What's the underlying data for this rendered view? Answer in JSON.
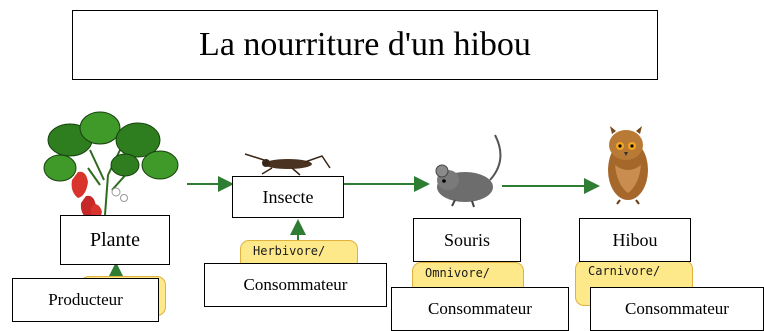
{
  "title": "La nourriture d'un hibou",
  "nodes": {
    "plante": "Plante",
    "insecte": "Insecte",
    "souris": "Souris",
    "hibou": "Hibou"
  },
  "roles": {
    "producteur": "Producteur",
    "consommateur_insecte": "Consommateur",
    "consommateur_souris": "Consommateur",
    "consommateur_hibou": "Consommateur"
  },
  "diet_tags": {
    "insecte": "Herbivore/",
    "souris": "Omnivore/",
    "hibou": "Carnivore/"
  },
  "colors": {
    "arrow": "#2e7d32",
    "tag_fill": "#fde98a",
    "tag_border": "#e0b23c"
  }
}
